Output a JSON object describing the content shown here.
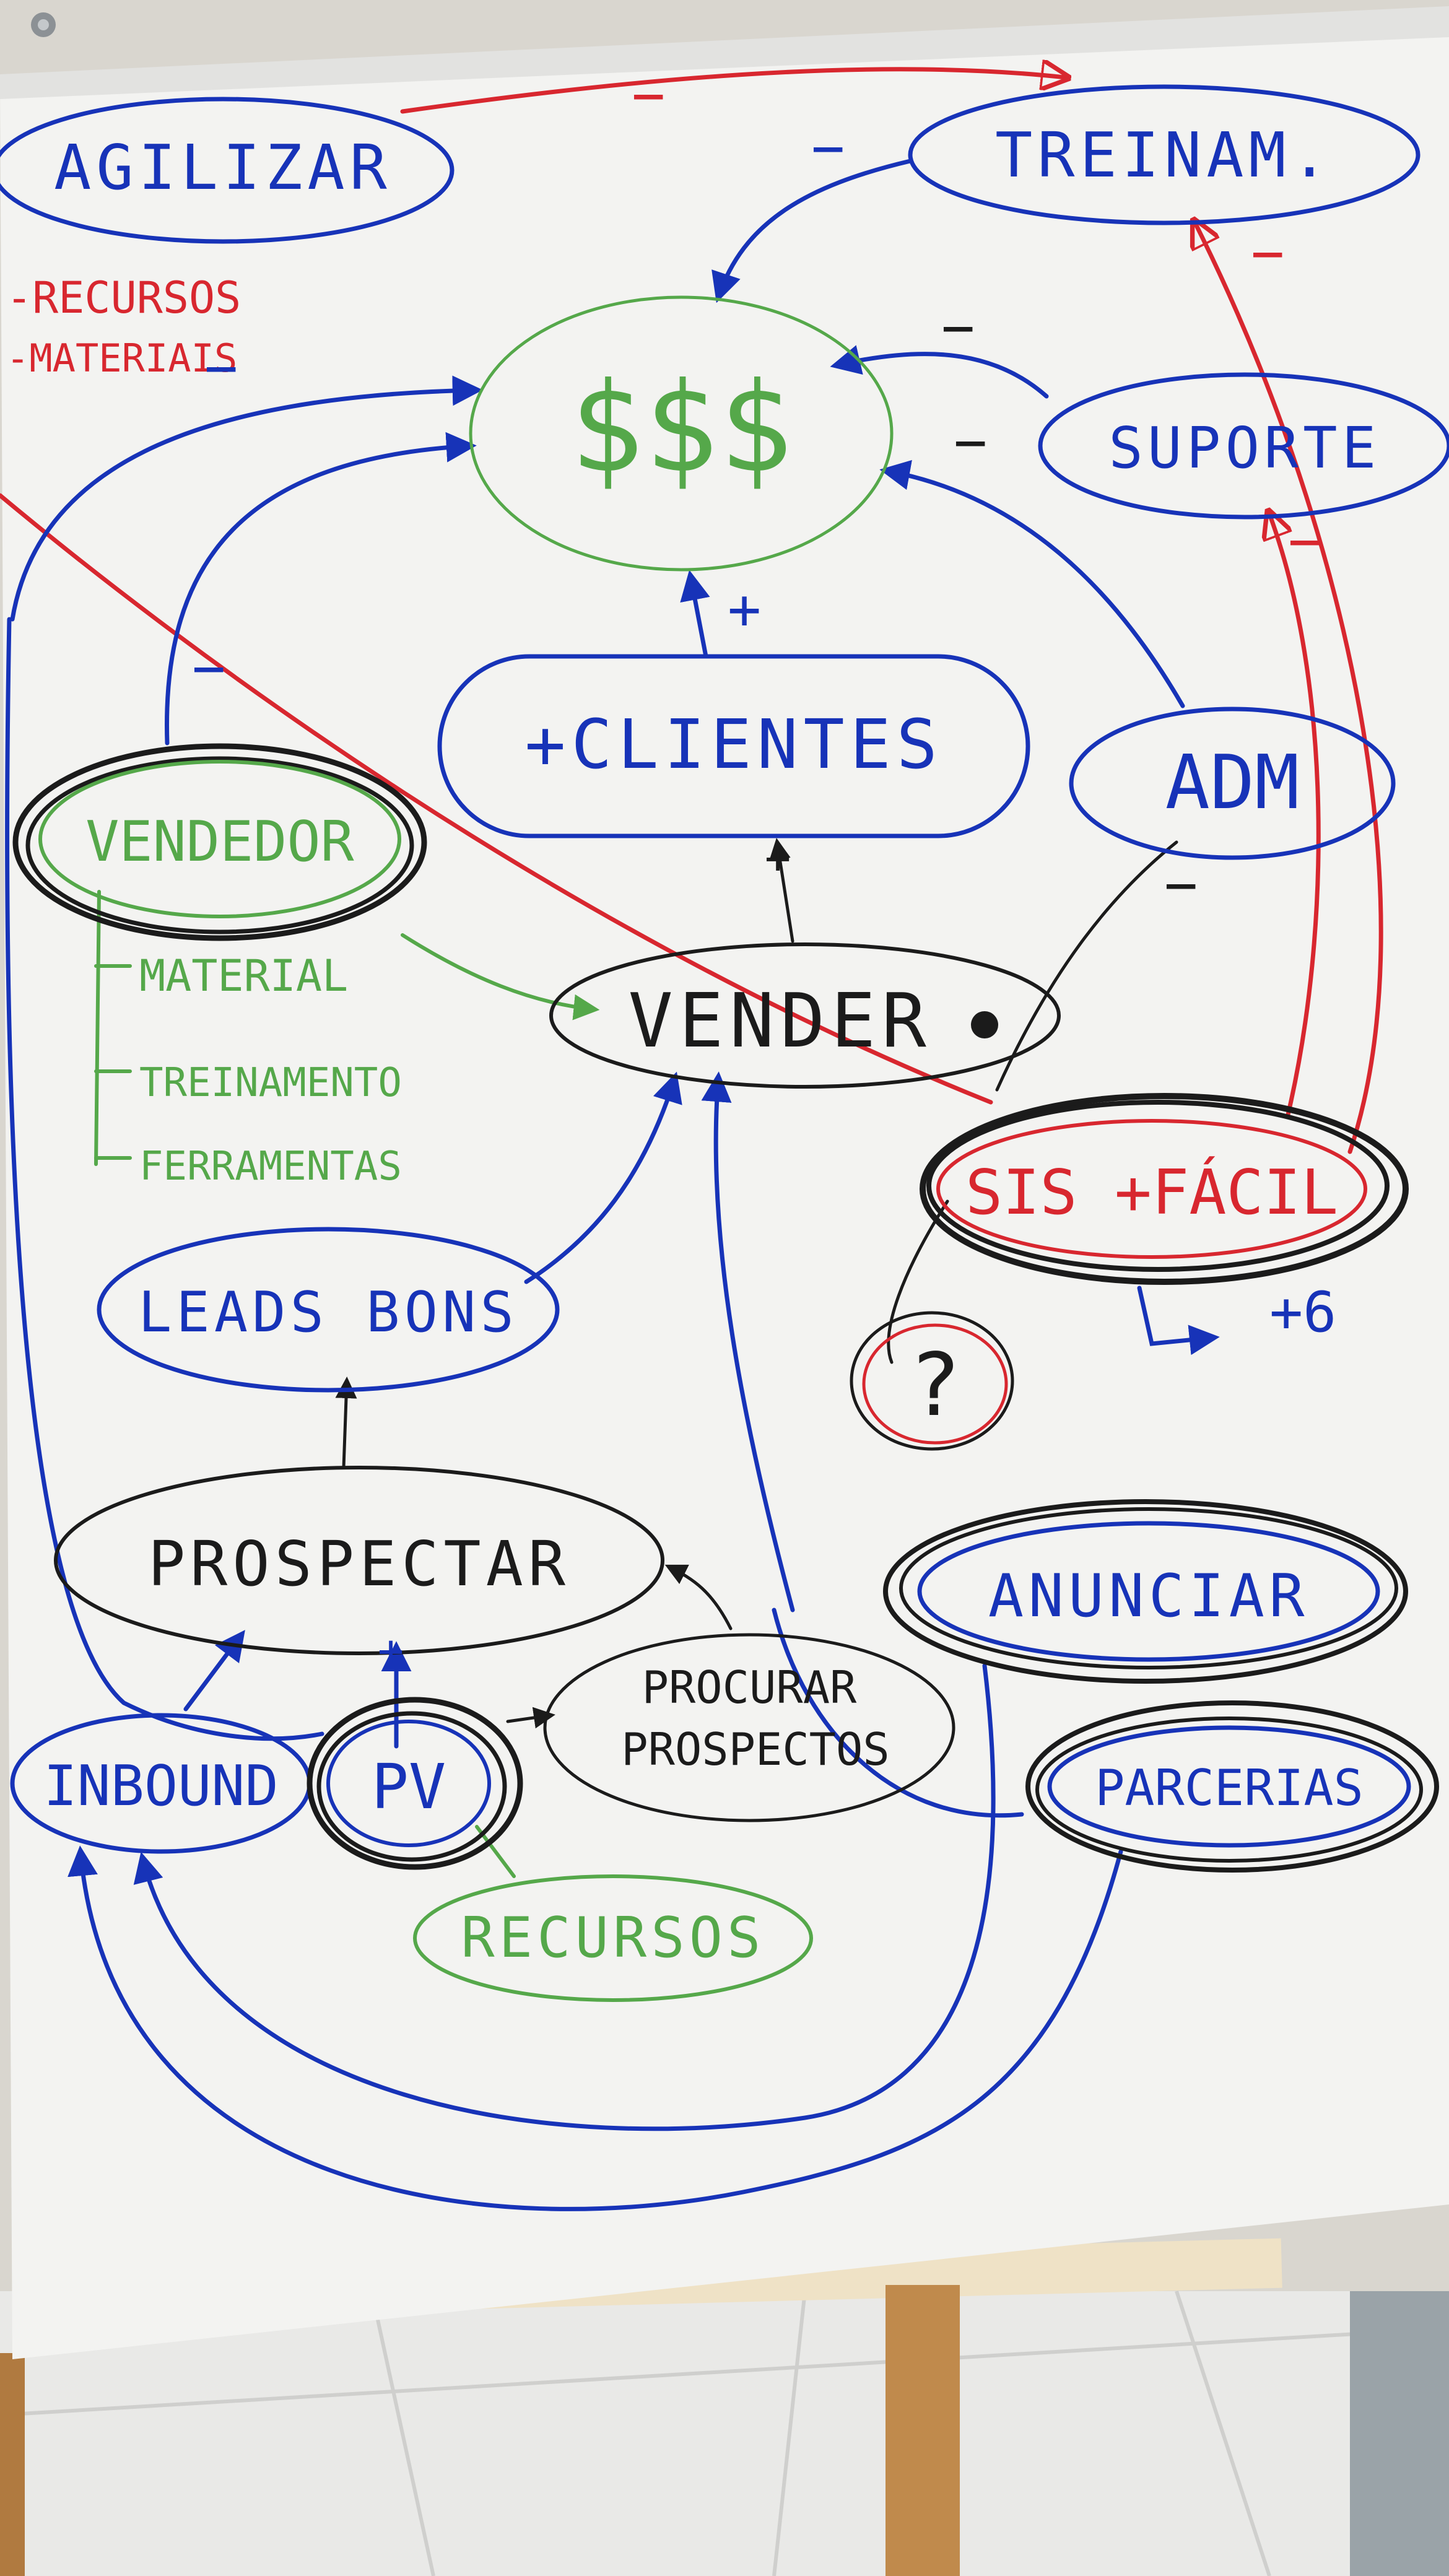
{
  "colors": {
    "blue": "#1733b8",
    "red": "#d8272f",
    "green": "#55a84a",
    "black": "#1b1b1b",
    "paper": "#f3f3f1"
  },
  "nodes": {
    "agilizar": "AGILIZAR",
    "recursos_materiais": [
      "-RECURSOS",
      "-MATERIAIS"
    ],
    "treinam": "TREINAM.",
    "money": "$$$",
    "suporte": "SUPORTE",
    "clientes": "+CLIENTES",
    "adm": "ADM",
    "vendedor": "VENDEDOR",
    "vendedor_items": [
      "MATERIAL",
      "TREINAMENTO",
      "FERRAMENTAS"
    ],
    "vender": "VENDER",
    "sis_facil": "SIS +FÁCIL",
    "mais_6": "+6",
    "question": "?",
    "leads_bons": "LEADS BONS",
    "prospectar": "PROSPECTAR",
    "anunciar": "ANUNCIAR",
    "procurar_prospectos": [
      "PROCURAR",
      "PROSPECTOS"
    ],
    "parcerias": "PARCERIAS",
    "inbound": "INBOUND",
    "pv": "PV",
    "recursos": "RECURSOS"
  },
  "signs": {
    "minus": "−",
    "plus": "+"
  },
  "icons": [
    "thumbtack-icon",
    "arrowhead-icon"
  ]
}
